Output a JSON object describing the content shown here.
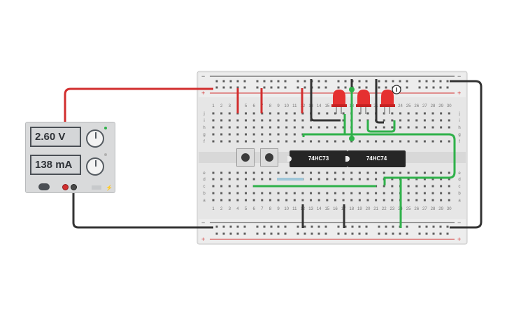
{
  "power_supply": {
    "voltage_display": "2.60 V",
    "current_display": "138 mA"
  },
  "ics": {
    "left": "74HC73",
    "right": "74HC74"
  },
  "breadboard": {
    "column_numbers": [
      "1",
      "2",
      "3",
      "4",
      "5",
      "6",
      "7",
      "8",
      "9",
      "10",
      "11",
      "12",
      "13",
      "14",
      "15",
      "16",
      "17",
      "18",
      "19",
      "20",
      "21",
      "22",
      "23",
      "24",
      "25",
      "26",
      "27",
      "28",
      "29",
      "30"
    ],
    "row_letters_top": [
      "j",
      "i",
      "h",
      "g",
      "f"
    ],
    "row_letters_bottom": [
      "e",
      "d",
      "c",
      "b",
      "a"
    ],
    "rail_minus": "−",
    "rail_plus": "+"
  },
  "colors": {
    "wire_red": "#d22e2e",
    "wire_black": "#333333",
    "wire_green": "#2fb14a",
    "led_red": "#e53030",
    "board": "#e4e4e4"
  }
}
